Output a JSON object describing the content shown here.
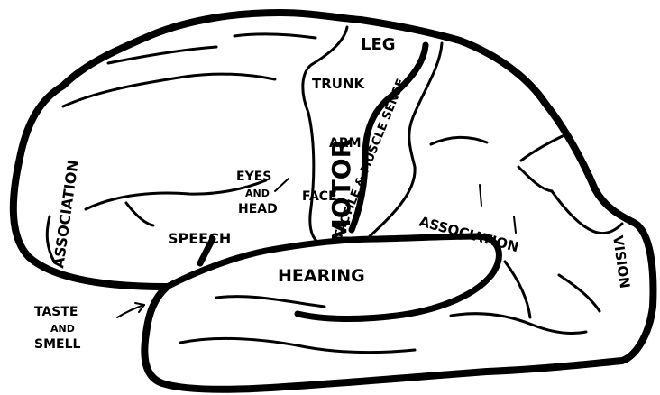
{
  "labels": {
    "leg": "LEG",
    "trunk": "TRUNK",
    "motor": "MOTOR",
    "arm": "ARM",
    "face": "FACE",
    "eyes_and_head": [
      "EYES",
      "AND",
      "HEAD"
    ],
    "tactile": "TACTILE & MUSCLE SENSE",
    "association_front": "ASSOCIATION",
    "association_back": "ASSOCIATION",
    "speech": "SPEECH",
    "hearing": "HEARING",
    "vision": "VISION",
    "taste_and_smell": [
      "TASTE",
      "AND",
      "SMELL"
    ]
  }
}
